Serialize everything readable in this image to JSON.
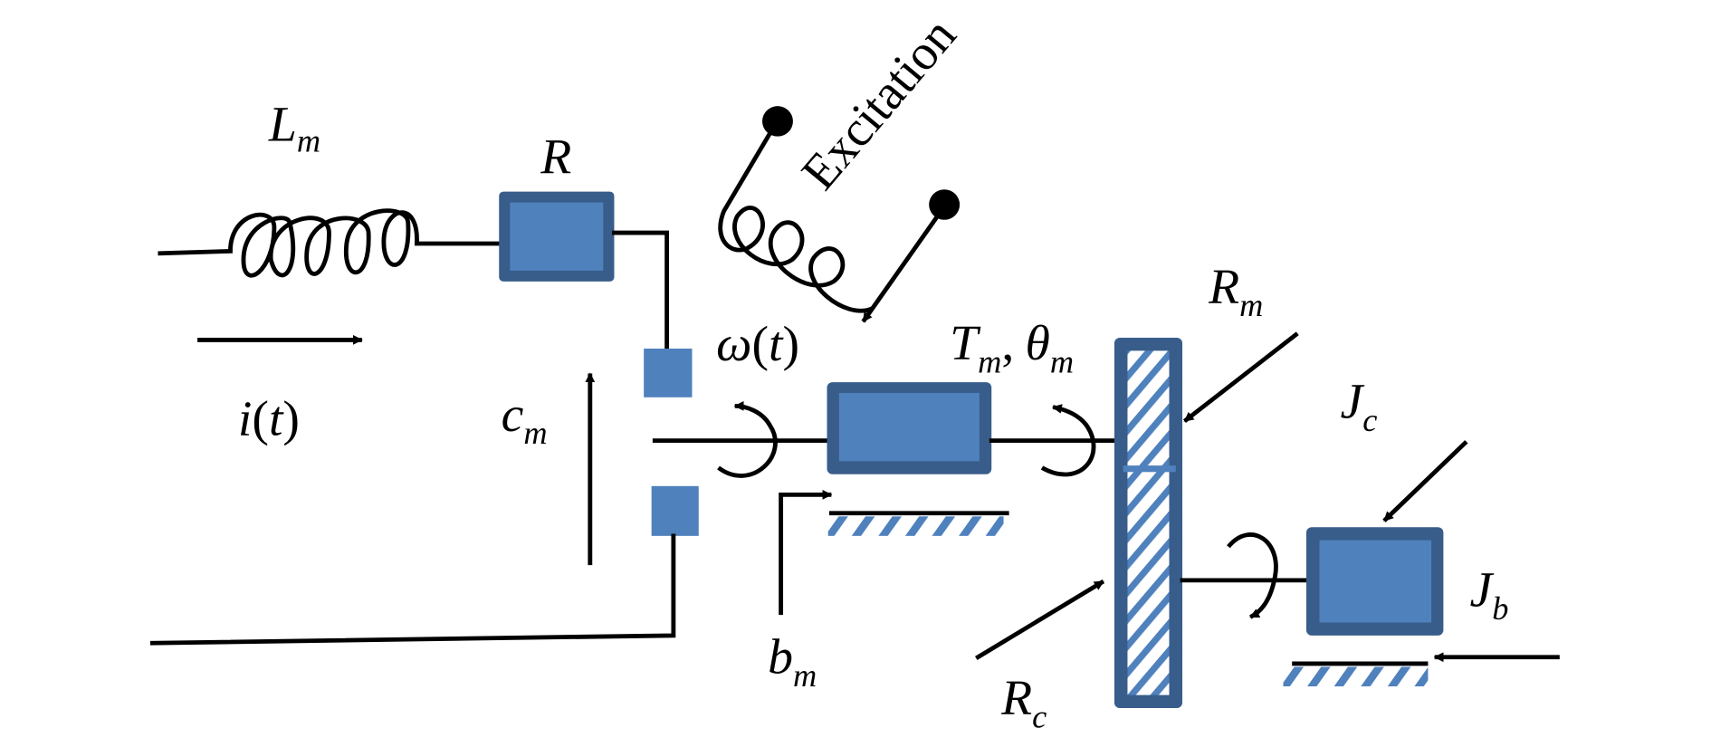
{
  "diagram": {
    "title": "DC motor electromechanical model",
    "colors": {
      "block_fill": "#4f81bd",
      "block_border": "#385d8a",
      "hatch": "#4f81bd",
      "line": "#000000",
      "background": "#ffffff"
    },
    "labels": {
      "inductance": {
        "main": "L",
        "sub": "m"
      },
      "resistance": {
        "main": "R"
      },
      "current": {
        "main": "i",
        "open": "(",
        "arg": "t",
        "close": ")"
      },
      "back_emf_const": {
        "main": "c",
        "sub": "m"
      },
      "angular_velocity": {
        "main": "ω",
        "open": "(",
        "arg": "t",
        "close": ")"
      },
      "motor_torque": {
        "main": "T",
        "sub": "m",
        "sep": ",",
        "main2": "θ",
        "sub2": "m"
      },
      "motor_damping": {
        "main": "b",
        "sub": "m"
      },
      "excitation": "Excitation",
      "gear_radius_motor": {
        "main": "R",
        "sub": "m"
      },
      "gear_radius_cutter": {
        "main": "R",
        "sub": "c"
      },
      "cutter_inertia": {
        "main": "J",
        "sub": "c"
      },
      "load_inertia": {
        "main": "J",
        "sub": "b"
      }
    },
    "nodes": [
      "inductor-Lm",
      "resistor-R",
      "brush-top",
      "brush-bottom",
      "excitation-coil",
      "rotor-Tm",
      "gear-plate",
      "load-block-J"
    ]
  }
}
